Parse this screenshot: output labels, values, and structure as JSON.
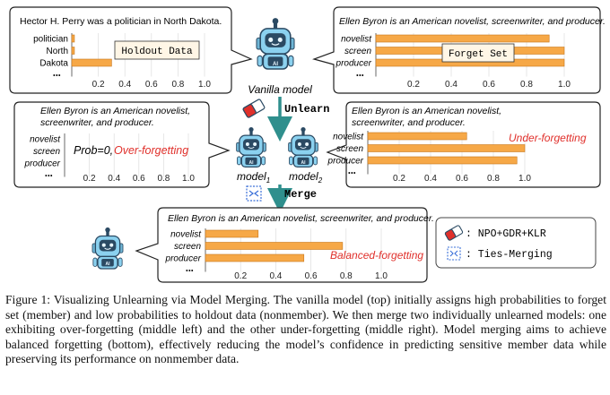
{
  "colors": {
    "bar": "#f6a847",
    "bar_stroke": "#c8771c",
    "accent": "#e0302b",
    "teal": "#2f8f8d",
    "robot": "#8bd1ef",
    "robot_dark": "#2b4a63",
    "box_border": "#222222"
  },
  "vanilla": {
    "model_label": "Vanilla model",
    "holdout": {
      "sentence": "Hector H. Perry was a politician in North Dakota.",
      "tag": "Holdout Data",
      "categories": [
        "politician",
        "North",
        "Dakota"
      ],
      "ellipsis": "•••",
      "values": [
        0.02,
        0.02,
        0.3
      ],
      "ticks": [
        "0.2",
        "0.4",
        "0.6",
        "0.8",
        "1.0"
      ]
    },
    "forget": {
      "sentence": "Ellen Byron is an American novelist, screenwriter, and producer.",
      "tag": "Forget Set",
      "categories": [
        "novelist",
        "screen",
        "producer"
      ],
      "ellipsis": "•••",
      "values": [
        0.92,
        1.0,
        1.0
      ],
      "ticks": [
        "0.2",
        "0.4",
        "0.6",
        "0.8",
        "1.0"
      ]
    }
  },
  "unlearn_label": "Unlearn",
  "merge_label": "Merge",
  "model1_label": "model",
  "model1_sub": "1",
  "model2_label": "model",
  "model2_sub": "2",
  "over": {
    "sentence_line1": "Ellen Byron is an American novelist,",
    "sentence_line2": "screenwriter, and producer.",
    "categories": [
      "novelist",
      "screen",
      "producer"
    ],
    "ellipsis": "•••",
    "prob_text": "Prob=0,",
    "label": "Over-forgetting",
    "ticks": [
      "0.2",
      "0.4",
      "0.6",
      "0.8",
      "1.0"
    ]
  },
  "under": {
    "sentence_line1": "Ellen Byron is an American novelist,",
    "sentence_line2": "screenwriter, and producer.",
    "categories": [
      "novelist",
      "screen",
      "producer"
    ],
    "ellipsis": "•••",
    "values": [
      0.63,
      1.0,
      0.95
    ],
    "label": "Under-forgetting",
    "ticks": [
      "0.2",
      "0.4",
      "0.6",
      "0.8",
      "1.0"
    ]
  },
  "balanced": {
    "sentence": "Ellen Byron is an American novelist, screenwriter, and producer.",
    "categories": [
      "novelist",
      "screen",
      "producer"
    ],
    "ellipsis": "•••",
    "values": [
      0.3,
      0.78,
      0.56
    ],
    "label": "Balanced-forgetting",
    "ticks": [
      "0.2",
      "0.4",
      "0.6",
      "0.8",
      "1.0"
    ]
  },
  "legend": {
    "item1": ": NPO+GDR+KLR",
    "item2": ": Ties-Merging"
  },
  "robot_text": "AI",
  "caption": {
    "lead": "Figure 1: Visualizing Unlearning via Model Merging.",
    "body": " The vanilla model (top) initially assigns high probabilities to forget set (member) and low probabilities to holdout data (nonmember). We then merge two individually unlearned models: one exhibiting over-forgetting (middle left) and the other under-forgetting (middle right). Model merging aims to achieve balanced forgetting (bottom), effectively reducing the model’s confidence in predicting sensitive member data while preserving its performance on nonmember data."
  }
}
